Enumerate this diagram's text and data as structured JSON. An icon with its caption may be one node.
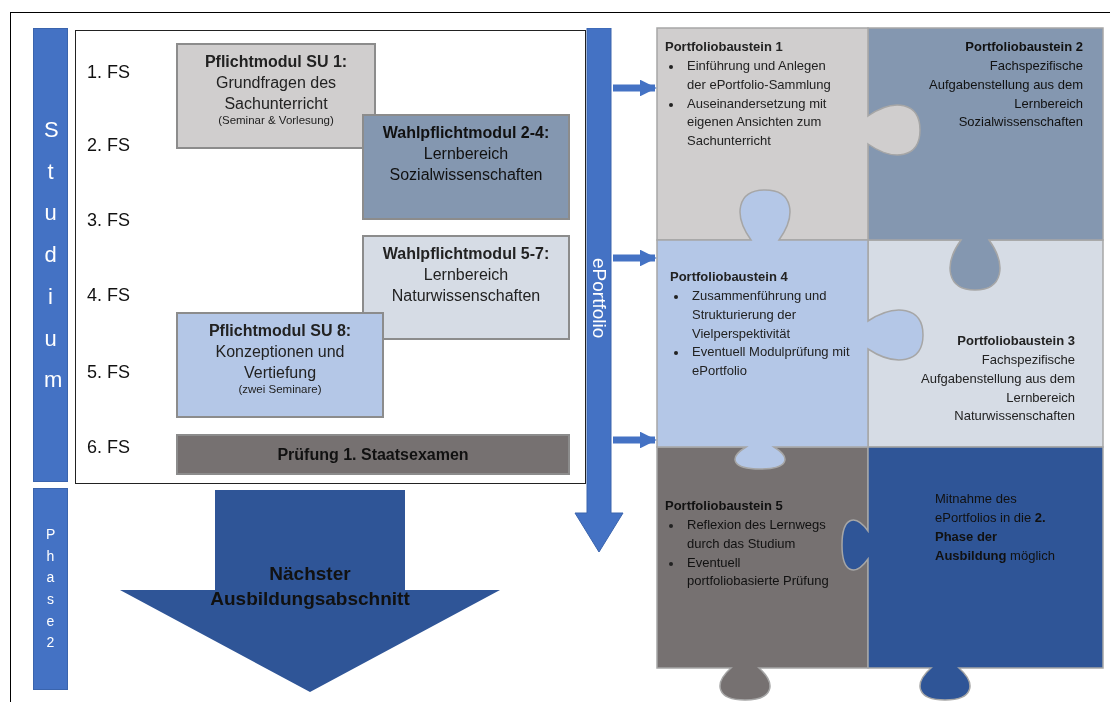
{
  "diagram": {
    "nodes": [
      {
        "text": [
          "Studium"
        ]
      },
      {
        "text": [],
        "shape": "box"
      },
      {
        "text": [
          "Pflichtmodul SU 1:",
          "Grundfragen des Sachunterricht",
          "(Seminar & Vorlesung)"
        ],
        "in": 1
      },
      {
        "text": [
          "Wahlpflichtmodul 2-4:",
          "Lernbereich Sozialwissenschaften"
        ],
        "in": 1
      },
      {
        "text": [
          "Wahlpflichtmodul 5-7:",
          "Lernbereich Naturwissenschaften"
        ],
        "in": 1
      },
      {
        "text": [
          "Pflichtmodul SU 8:",
          "Konzeptionen und Vertiefung",
          "(zwei Seminare)"
        ],
        "in": 1
      },
      {
        "text": [
          "Prüfung 1. Staatsexamen"
        ],
        "in": 1
      },
      {
        "text": [
          "ePortfolio"
        ]
      },
      {
        "text": [
          "Phase 2"
        ]
      },
      {
        "text": [
          "Nächster Ausbildungsabschnitt"
        ]
      },
      {
        "text": [
          "Portfoliobaustein 1",
          "Einführung und Anlegen der ePortfolio-Sammlung",
          "Auseinandersetzung mit eigenen Ansichten zum Sachunterricht"
        ]
      },
      {
        "text": [
          "Portfoliobaustein 2",
          "Fachspezifische Aufgabenstellung aus dem Lernbereich Sozialwissenschaften"
        ]
      },
      {
        "text": [
          "Portfoliobaustein 4",
          "Zusammenführung und Strukturierung der Vielperspektivität",
          "Eventuell Modulprüfung mit ePortfolio"
        ]
      },
      {
        "text": [
          "Portfoliobaustein 3",
          "Fachspezifische Aufgabenstellung aus dem Lernbereich Naturwissenschaften"
        ]
      },
      {
        "text": [
          "Portfoliobaustein 5",
          "Reflexion des Lernwegs durch das Studium",
          "Eventuell portfoliobasierte Prüfung"
        ]
      },
      {
        "text": [
          "Mitnahme des ePortfolios in die **2. Phase der Ausbildung** möglich"
        ]
      }
    ],
    "edges": [
      {
        "from": 7,
        "to": 10,
        "arrow": "to"
      },
      {
        "from": 7,
        "to": 12,
        "arrow": "to"
      },
      {
        "from": 7,
        "to": 14,
        "arrow": "to"
      }
    ],
    "labels": [
      "1. FS",
      "2. FS",
      "3. FS",
      "4. FS",
      "5. FS",
      "6. FS"
    ]
  }
}
